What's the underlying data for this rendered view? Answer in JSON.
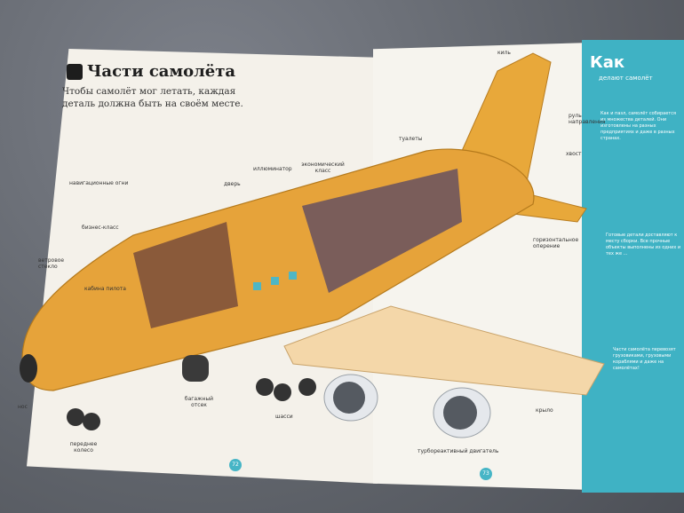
{
  "title": "Части самолёта",
  "intro": "Чтобы самолёт мог летать, каждая деталь должна быть на своём месте.",
  "labels": {
    "nav_lights": "навигационные огни",
    "business": "бизнес-класс",
    "windshield": "ветровое стекло",
    "cockpit": "кабина пилота",
    "nose": "нос",
    "front_wheel": "переднее колесо",
    "baggage": "багажный отсек",
    "chassis": "шасси",
    "door": "дверь",
    "porthole": "иллюминатор",
    "economy": "экономический класс",
    "toilets": "туалеты",
    "fin": "киль",
    "rudder": "руль направления",
    "tail": "хвост",
    "stabilizer": "горизонтальное оперение",
    "wing": "крыло",
    "engine": "турбореактивный двигатель"
  },
  "page_numbers": {
    "left": "72",
    "right": "73"
  },
  "sidebar": {
    "title": "Как",
    "subtitle": "делают самолёт",
    "text1": "Как и пазл, самолёт собирается из множества деталей. Они изготовлены на разных предприятиях и даже в разных странах.",
    "text2": "Готовые детали доставляют к месту сборки. Все прочные объекты выполнены из одних и тех же ...",
    "text3": "Части самолёта перевозят грузовиками, грузовыми кораблями и даже на самолётах!"
  }
}
